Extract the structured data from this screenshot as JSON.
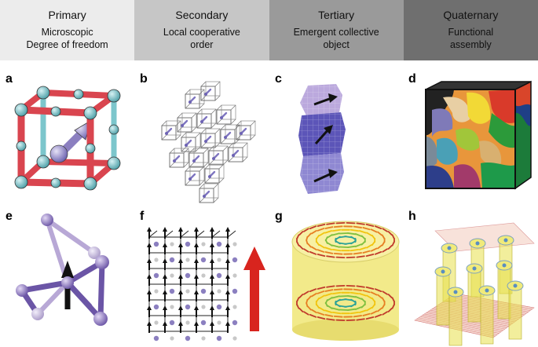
{
  "columns": [
    {
      "title": "Primary",
      "line1": "Microscopic",
      "line2": "Degree of freedom",
      "bg": "#ececec"
    },
    {
      "title": "Secondary",
      "line1": "Local cooperative",
      "line2": "order",
      "bg": "#c6c6c6"
    },
    {
      "title": "Tertiary",
      "line1": "Emergent collective",
      "line2": "object",
      "bg": "#9a9a9a"
    },
    {
      "title": "Quaternary",
      "line1": "Functional",
      "line2": "assembly",
      "bg": "#6f6f6f"
    }
  ],
  "panels": [
    "a",
    "b",
    "c",
    "d",
    "e",
    "f",
    "g",
    "h"
  ],
  "colors": {
    "cyan_atom": "#7cc6cc",
    "red_bond": "#d9454f",
    "spin_purple": "#8b7fc0",
    "block_light": "#b9a9dd",
    "block_dark": "#5a52b8",
    "cylinder_yellow": "#f2ea8a",
    "arrow_red": "#d8241e"
  }
}
